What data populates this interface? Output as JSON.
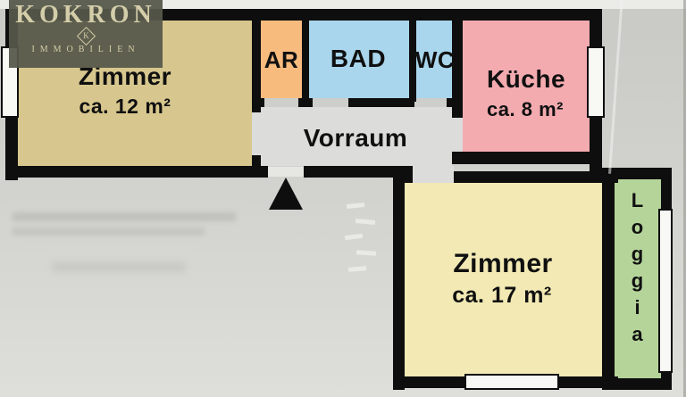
{
  "branding": {
    "name": "KOKRON",
    "subtitle": "IMMOBILIEN",
    "monogram": "K"
  },
  "rooms": {
    "zimmer12": {
      "label": "Zimmer",
      "area": "ca. 12 m²"
    },
    "abstellraum": {
      "label": "AR"
    },
    "bad": {
      "label": "BAD"
    },
    "wc": {
      "label": "WC"
    },
    "kueche": {
      "label": "Küche",
      "area": "ca. 8 m²"
    },
    "vorraum": {
      "label": "Vorraum"
    },
    "zimmer17": {
      "label": "Zimmer",
      "area": "ca. 17 m²"
    },
    "loggia": {
      "label": "Loggia"
    }
  },
  "colors": {
    "wall": "#0e0e0e",
    "paper": "#cfcfcb",
    "zimmer12": "#d7c78e",
    "abstellraum": "#f7bb7e",
    "bad_wc": "#a9d6ec",
    "kueche": "#f3abb0",
    "vorraum": "#dcdcda",
    "zimmer17": "#f2e9b4",
    "loggia": "#b5d49a",
    "logo_bg": "#56584a",
    "logo_text": "#d4cda9"
  }
}
